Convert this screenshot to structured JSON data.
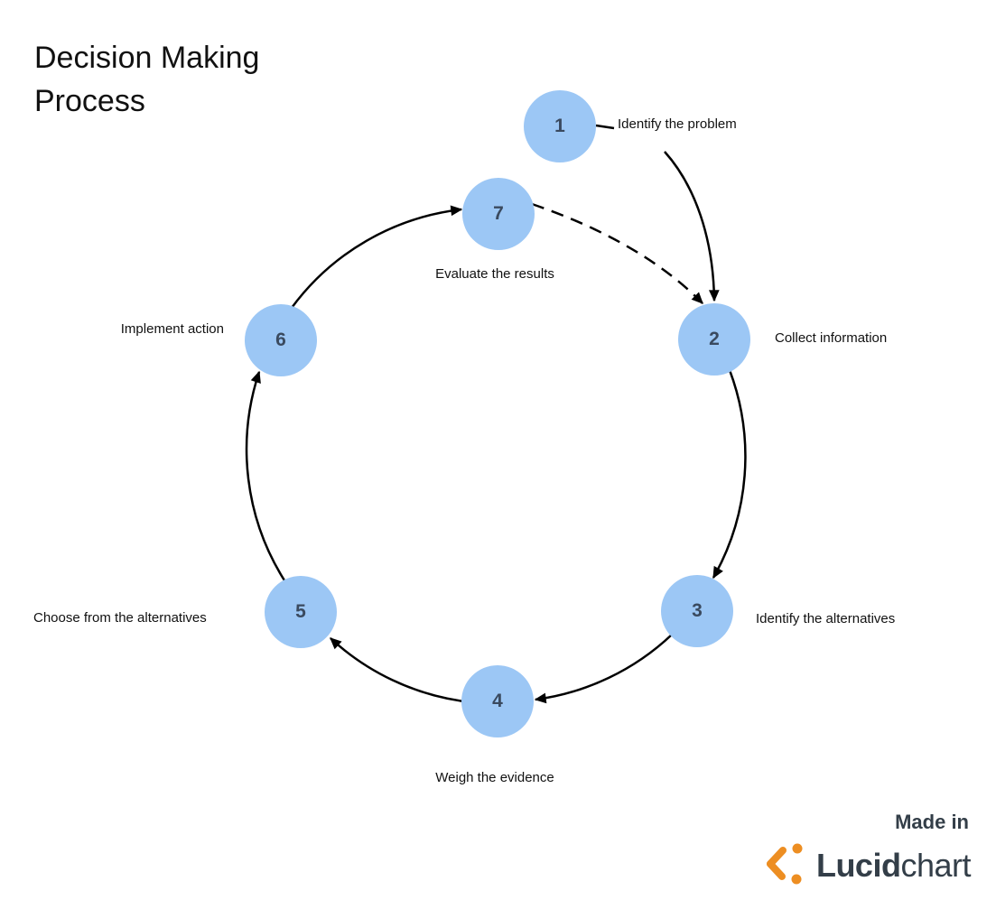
{
  "title": "Decision Making Process",
  "nodes": [
    {
      "number": "1",
      "label": "Identify the problem"
    },
    {
      "number": "2",
      "label": "Collect information"
    },
    {
      "number": "3",
      "label": "Identify the alternatives"
    },
    {
      "number": "4",
      "label": "Weigh the evidence"
    },
    {
      "number": "5",
      "label": "Choose from the alternatives"
    },
    {
      "number": "6",
      "label": "Implement action"
    },
    {
      "number": "7",
      "label": "Evaluate the results"
    }
  ],
  "footer": {
    "made_in": "Made in",
    "brand_bold": "Lucid",
    "brand_light": "chart"
  },
  "colors": {
    "node_fill": "#9CC7F5",
    "node_number": "#3A4A5F",
    "label_text": "#111111",
    "arrow": "#000000",
    "brand_dark": "#333E48",
    "brand_orange": "#ED8E22"
  }
}
